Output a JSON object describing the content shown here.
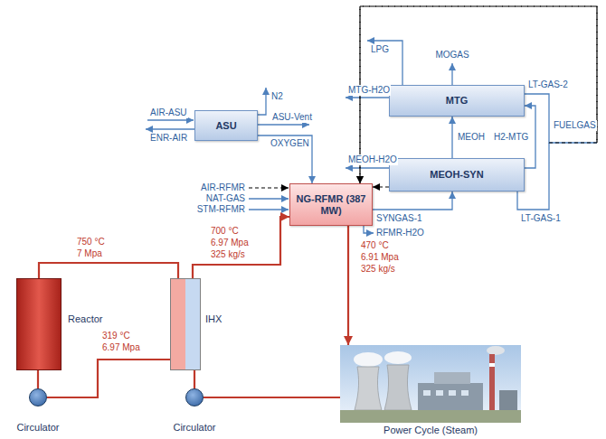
{
  "diagram": {
    "nodes": [
      {
        "text": [
          "MTG"
        ]
      },
      {
        "text": [
          "ASU"
        ]
      },
      {
        "text": [
          "MEOH-SYN"
        ]
      },
      {
        "text": [
          "NG-RFMR (387 MW)"
        ]
      },
      {
        "text": [
          "Reactor"
        ]
      },
      {
        "text": [
          "IHX"
        ]
      },
      {
        "text": [
          "Power Cycle (Steam)"
        ]
      },
      {
        "text": [
          "Circulator"
        ]
      },
      {
        "text": [
          "Circulator"
        ]
      }
    ],
    "edges": [
      {
        "from": 1,
        "to": 3,
        "label": "OXYGEN",
        "arrow": "to"
      },
      {
        "from": 3,
        "to": 2,
        "label": "SYNGAS-1",
        "arrow": "to"
      },
      {
        "from": 2,
        "to": 0,
        "label": "MEOH",
        "arrow": "to"
      },
      {
        "from": 2,
        "to": 0,
        "label": "H2-MTG",
        "arrow": "to"
      },
      {
        "from": 2,
        "to": 3,
        "arrow": "to"
      },
      {
        "from": 0,
        "to": 3,
        "label": "LT-GAS-2",
        "arrow": "to"
      },
      {
        "from": 2,
        "to": 3,
        "label": "LT-GAS-1",
        "arrow": "to"
      },
      {
        "from": 4,
        "to": 5,
        "arrow": "none"
      },
      {
        "from": 5,
        "to": 3,
        "arrow": "to"
      },
      {
        "from": 3,
        "to": 6,
        "arrow": "to"
      },
      {
        "from": 6,
        "to": 8,
        "arrow": "none"
      },
      {
        "from": 8,
        "to": 5,
        "arrow": "none"
      },
      {
        "from": 5,
        "to": 7,
        "arrow": "none"
      },
      {
        "from": 7,
        "to": 4,
        "arrow": "none"
      }
    ],
    "labels": [
      "AIR-ASU",
      "ENR-AIR",
      "N2",
      "ASU-Vent",
      "AIR-RFMR",
      "NAT-GAS",
      "STM-RFMR",
      "RFMR-H2O",
      "LPG",
      "MOGAS",
      "MTG-H2O",
      "FUELGAS",
      "MEOH-H2O",
      "750 °C",
      "7 Mpa",
      "700 °C",
      "6.97 Mpa",
      "325 kg/s",
      "470 °C",
      "6.91 Mpa",
      "325 kg/s",
      "319 °C",
      "6.97 Mpa"
    ]
  }
}
